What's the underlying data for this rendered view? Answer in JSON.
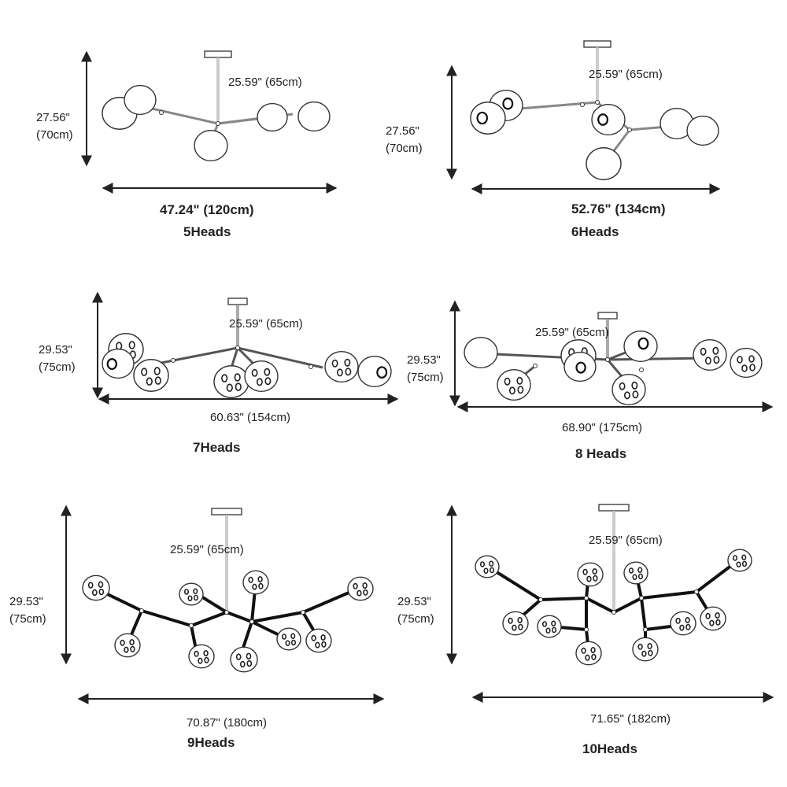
{
  "panels": [
    {
      "heads": 5,
      "caption": "5Heads",
      "width_label": "47.24\" (120cm)",
      "height_in": "27.56\"",
      "height_cm": "(70cm)",
      "drop_label": "25.59\" (65cm)"
    },
    {
      "heads": 6,
      "caption": "6Heads",
      "width_label": "52.76\" (134cm)",
      "height_in": "27.56\"",
      "height_cm": "(70cm)",
      "drop_label": "25.59\" (65cm)"
    },
    {
      "heads": 7,
      "caption": "7Heads",
      "width_label": "60.63\" (154cm)",
      "height_in": "29.53\"",
      "height_cm": "(75cm)",
      "drop_label": "25.59\" (65cm)"
    },
    {
      "heads": 8,
      "caption": "8 Heads",
      "width_label": "68.90\" (175cm)",
      "height_in": "29.53\"",
      "height_cm": "(75cm)",
      "drop_label": "25.59\" (65cm)"
    },
    {
      "heads": 9,
      "caption": "9Heads",
      "width_label": "70.87\" (180cm)",
      "height_in": "29.53\"",
      "height_cm": "(75cm)",
      "drop_label": "25.59\" (65cm)"
    },
    {
      "heads": 10,
      "caption": "10Heads",
      "width_label": "71.65\" (182cm)",
      "height_in": "29.53\"",
      "height_cm": "(75cm)",
      "drop_label": "25.59\" (65cm)"
    }
  ]
}
